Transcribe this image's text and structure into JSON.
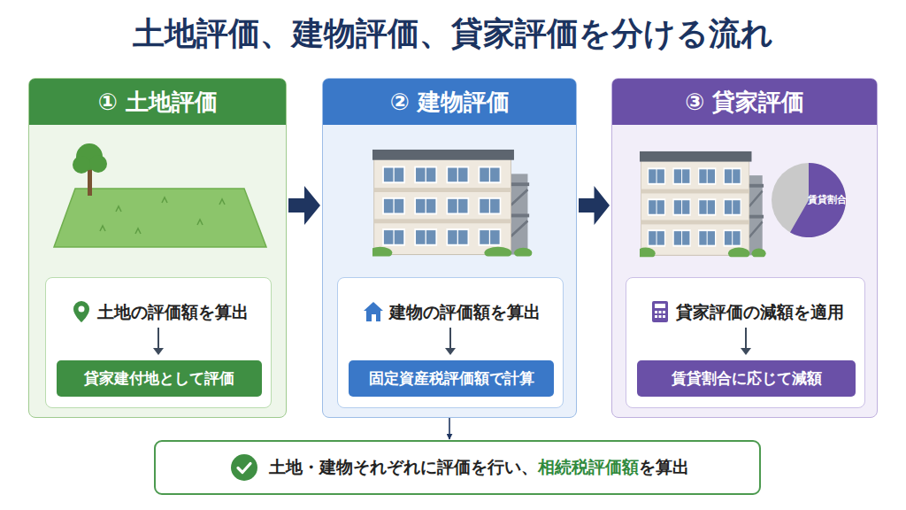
{
  "diagram": {
    "title": "土地評価、建物評価、貸家評価を分ける流れ",
    "nodes": [
      {
        "text": [
          "① 土地評価"
        ]
      },
      {
        "text": [
          "土地の評価額を算出"
        ],
        "in": 0
      },
      {
        "text": [
          "貸家建付地として評価"
        ],
        "in": 1
      },
      {
        "text": [
          "② 建物評価"
        ]
      },
      {
        "text": [
          "建物の評価額を算出"
        ],
        "in": 3
      },
      {
        "text": [
          "固定資産税評価額で計算"
        ],
        "in": 4
      },
      {
        "text": [
          "③ 貸家評価"
        ]
      },
      {
        "text": [
          "貸家評価の減額を適用"
        ],
        "in": 6
      },
      {
        "text": [
          "賃貸割合に応じて減額"
        ],
        "in": 7
      },
      {
        "text": [
          "土地・建物それぞれに評価を行い、",
          "相続税評価額",
          "を算出"
        ]
      }
    ],
    "edges": [
      {
        "from": 0,
        "to": 3,
        "arrow": "to"
      },
      {
        "from": 3,
        "to": 6,
        "arrow": "to"
      },
      {
        "from": 3,
        "to": 9,
        "arrow": "to"
      }
    ],
    "labels": [
      "賃貸割合"
    ]
  }
}
